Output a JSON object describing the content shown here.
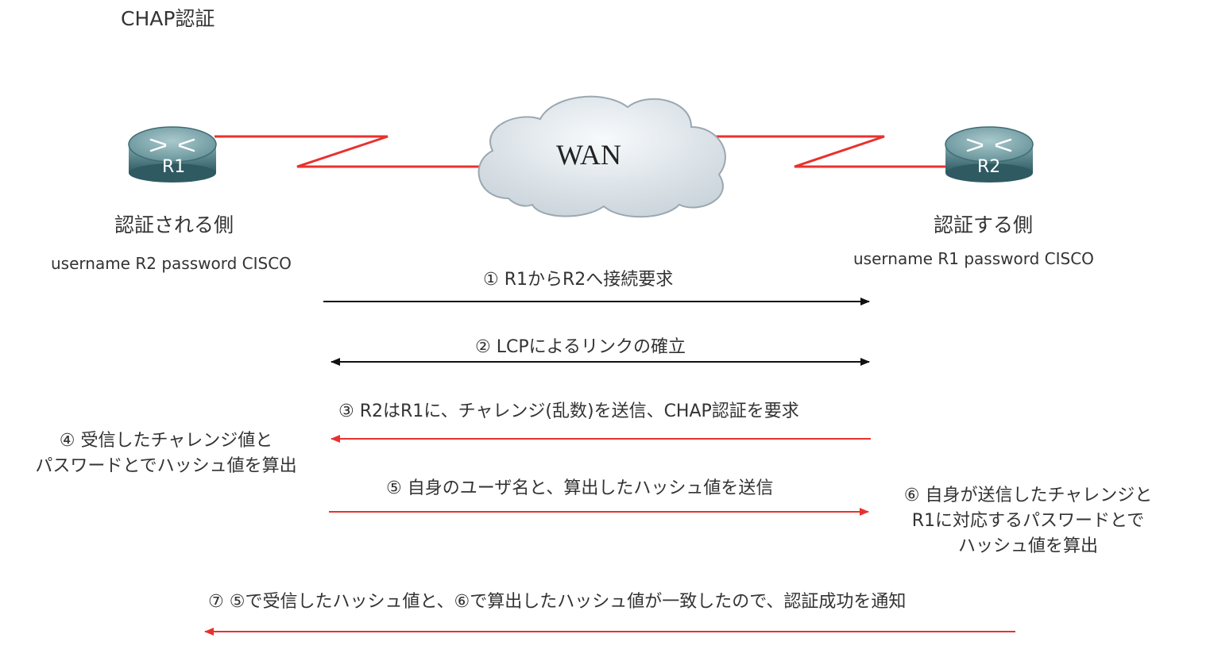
{
  "title": "CHAP認証",
  "colors": {
    "link": "#e8322e",
    "arrow_black": "#111111",
    "arrow_red": "#e8322e",
    "router_body": "#4e7e86",
    "cloud_fill": "#e9eef2"
  },
  "nodes": {
    "r1": {
      "label": "R1",
      "role": "認証される側",
      "credential": "username R2 password CISCO"
    },
    "r2": {
      "label": "R2",
      "role": "認証する側",
      "credential": "username R1 password CISCO"
    },
    "wan": {
      "label": "WAN"
    }
  },
  "steps": {
    "s1": "① R1からR2へ接続要求",
    "s2": "② LCPによるリンクの確立",
    "s3": "③ R2はR1に、チャレンジ(乱数)を送信、CHAP認証を要求",
    "s4": [
      "④ 受信したチャレンジ値と",
      "パスワードとでハッシュ値を算出"
    ],
    "s5": "⑤ 自身のユーザ名と、算出したハッシュ値を送信",
    "s6": [
      "⑥ 自身が送信したチャレンジと",
      "R1に対応するパスワードとで",
      "ハッシュ値を算出"
    ],
    "s7": "⑦ ⑤で受信したハッシュ値と、⑥で算出したハッシュ値が一致したので、認証成功を通知"
  }
}
